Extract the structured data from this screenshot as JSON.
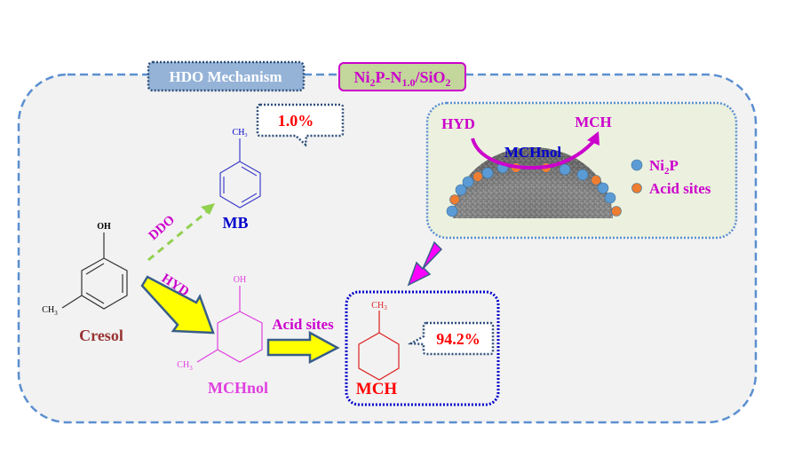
{
  "title_tag": "HDO Mechanism",
  "catalyst_tag": {
    "base": "Ni",
    "sub1": "2",
    "mid": "P-N",
    "sub2": "1.0",
    "tail": "/SiO",
    "sub3": "2"
  },
  "molecules": {
    "cresol": {
      "name": "Cresol",
      "oh": "OH",
      "ch3": "CH",
      "ch3_sub": "3"
    },
    "mb": {
      "name": "MB",
      "ch3": "CH",
      "ch3_sub": "3"
    },
    "mchnol": {
      "name": "MCHnol",
      "oh": "OH",
      "ch3": "CH",
      "ch3_sub": "3"
    },
    "mch": {
      "name": "MCH",
      "ch3": "CH",
      "ch3_sub": "3"
    }
  },
  "pathways": {
    "ddo": "DDO",
    "hyd": "HYD",
    "acid_sites": "Acid sites"
  },
  "yields": {
    "mb": "1.0%",
    "mch": "94.2%"
  },
  "inset": {
    "hyd": "HYD",
    "mch": "MCH",
    "mchnol": "MCHnol",
    "legend": [
      {
        "label_base": "Ni",
        "label_sub": "2",
        "label_tail": "P",
        "color": "#5b9bd5"
      },
      {
        "label_base": "Acid sites",
        "label_sub": "",
        "label_tail": "",
        "color": "#ed7d31"
      }
    ]
  },
  "colors": {
    "outer_border": "#5b8fd0",
    "panel_bg": "#f2f2f2",
    "magenta": "#cc00cc",
    "blue_label": "#0000cc",
    "red": "#ff0000",
    "cresol_label": "#993333",
    "arrow_yellow": "#ffff00",
    "arrow_outline": "#385d8a",
    "ddo_arrow": "#92d050",
    "inset_bg": "#ebf1de",
    "mch_box_border": "#0000cc"
  }
}
